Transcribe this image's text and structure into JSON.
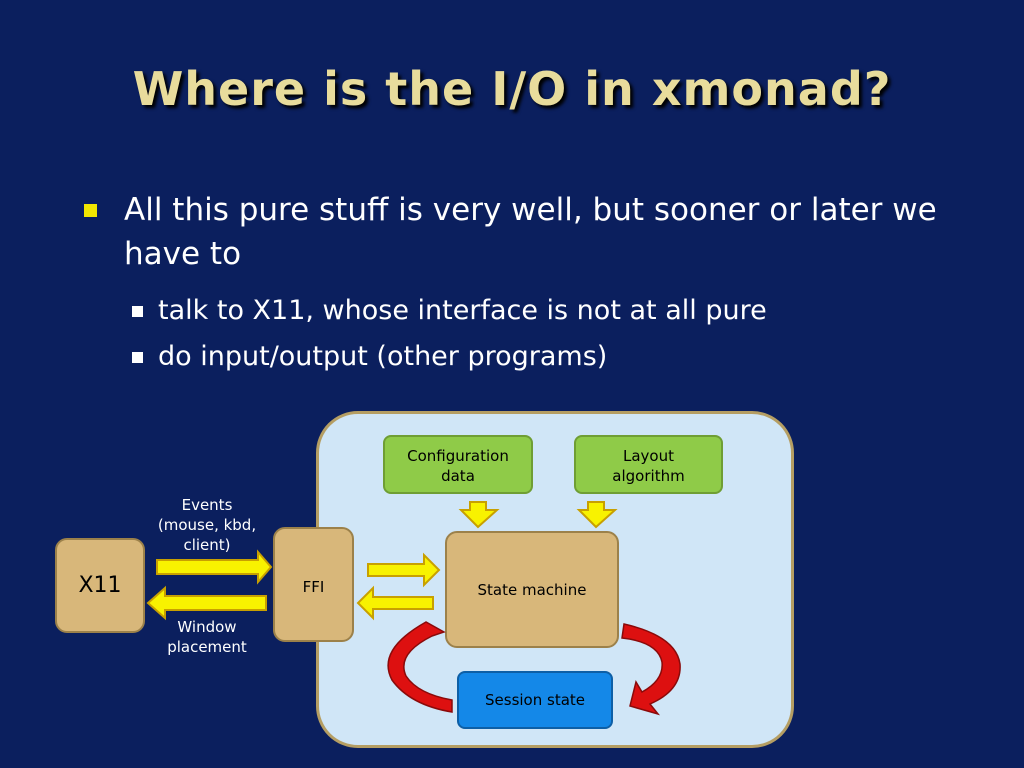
{
  "title": "Where is the I/O in xmonad?",
  "bullets": {
    "main": "All this pure stuff is very well, but sooner or later we have to",
    "sub": [
      "talk to X11, whose interface is not at all pure",
      "do input/output (other programs)"
    ]
  },
  "diagram": {
    "x11": "X11",
    "ffi": "FFI",
    "events_label": "Events\n(mouse, kbd,\nclient)",
    "window_label": "Window\nplacement",
    "config": "Configuration\ndata",
    "layout": "Layout\nalgorithm",
    "state_machine": "State machine",
    "session_state": "Session state"
  },
  "colors": {
    "background": "#0b1f5e",
    "title": "#e8dc9c",
    "bullet_marker": "#f2e600",
    "panel": "#d0e6f7",
    "tan_box": "#d8b77a",
    "green_box": "#8fcb48",
    "blue_box": "#1488e8",
    "yellow_arrow": "#f8f200",
    "red_arrow": "#dd1010"
  }
}
